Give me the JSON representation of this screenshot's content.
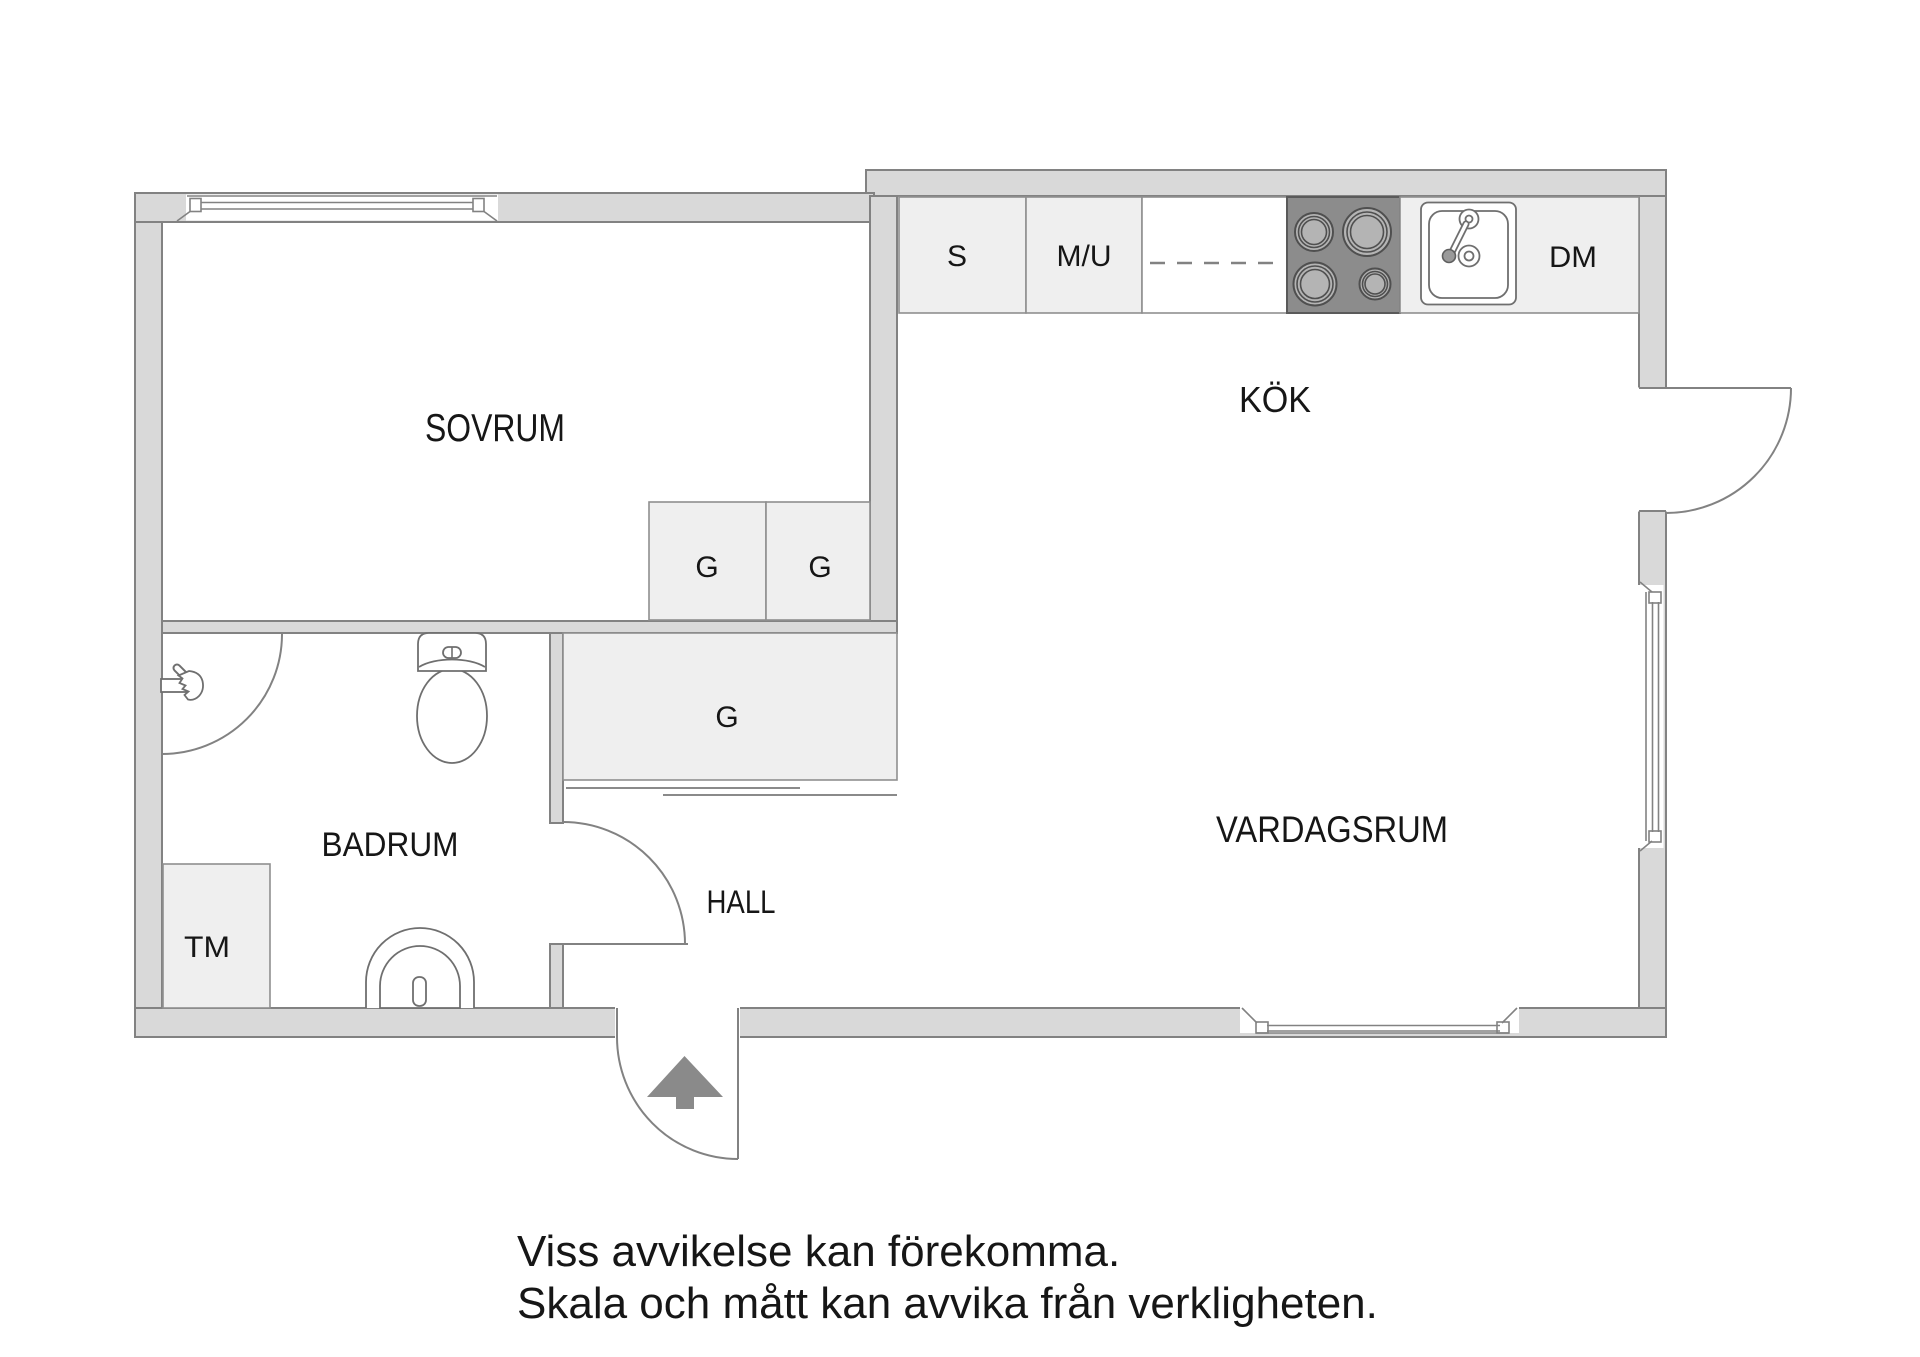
{
  "plan": {
    "rooms": {
      "bedroom": "SOVRUM",
      "kitchen": "KÖK",
      "living_room": "VARDAGSRUM",
      "bathroom": "BADRUM",
      "hall": "HALL"
    },
    "labels": {
      "closet_left": "G",
      "closet_right": "G",
      "closet_hall": "G",
      "washing_machine": "TM",
      "cabinet_s": "S",
      "cabinet_mu": "M/U",
      "dishwasher": "DM"
    },
    "icons": {
      "stove": "cooktop-icon",
      "sink": "kitchen-sink-icon",
      "toilet": "toilet-icon",
      "basin": "washbasin-icon",
      "mixer": "shower-mixer-icon",
      "entrance": "entrance-arrow-icon"
    },
    "disclaimer": {
      "line1": "Viss avvikelse kan förekomma.",
      "line2": "Skala och mått kan avvika från verkligheten."
    },
    "colors": {
      "wall_fill": "#d9d9d9",
      "wall_outline": "#828282",
      "cabinet_fill": "#efefef",
      "stove_fill": "#8c8c8c",
      "burner_fill": "#b4b4b4",
      "arrow": "#8a8a8a",
      "text": "#161616"
    }
  }
}
